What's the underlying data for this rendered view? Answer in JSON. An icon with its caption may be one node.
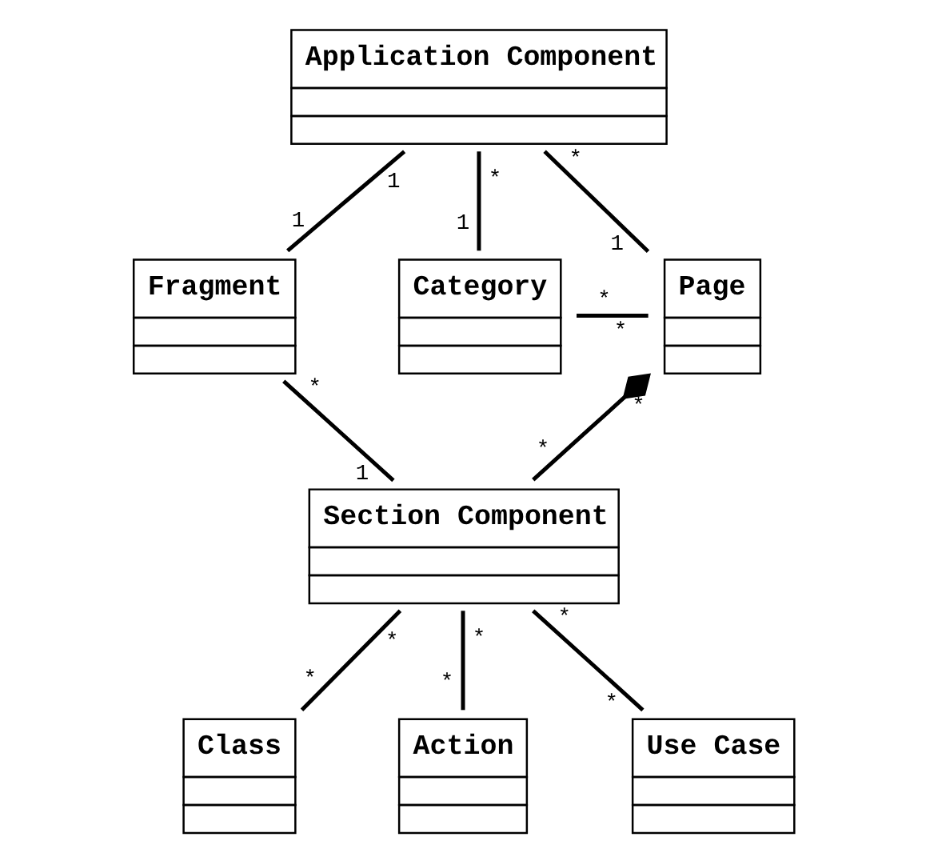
{
  "diagram": {
    "nodes": [
      {
        "text": [
          "Application Component"
        ]
      },
      {
        "text": [
          "Fragment"
        ]
      },
      {
        "text": [
          "Category"
        ]
      },
      {
        "text": [
          "Page"
        ]
      },
      {
        "text": [
          "Section Component"
        ]
      },
      {
        "text": [
          "Class"
        ]
      },
      {
        "text": [
          "Action"
        ]
      },
      {
        "text": [
          "Use Case"
        ]
      }
    ],
    "edges": [
      {
        "from": 0,
        "to": 1,
        "arrow": "none"
      },
      {
        "from": 0,
        "to": 2,
        "arrow": "none"
      },
      {
        "from": 0,
        "to": 3,
        "arrow": "none"
      },
      {
        "from": 2,
        "to": 3,
        "arrow": "none"
      },
      {
        "from": 1,
        "to": 4,
        "arrow": "none"
      },
      {
        "from": 3,
        "to": 4,
        "arrow": "other"
      },
      {
        "from": 4,
        "to": 5,
        "arrow": "none"
      },
      {
        "from": 4,
        "to": 6,
        "arrow": "none"
      },
      {
        "from": 4,
        "to": 7,
        "arrow": "none"
      }
    ],
    "labels": [
      "1",
      "*",
      "*",
      "1",
      "1",
      "1",
      "*",
      "*",
      "*",
      "*",
      "1",
      "*",
      "*",
      "*",
      "*",
      "*",
      "*",
      "*"
    ]
  }
}
